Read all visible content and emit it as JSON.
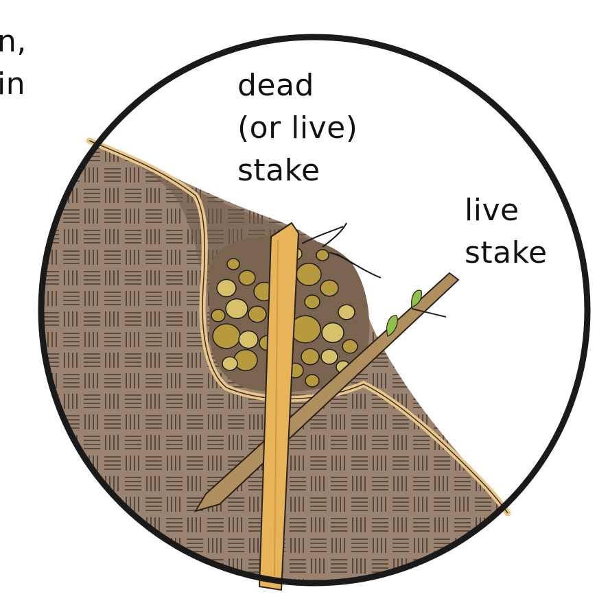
{
  "labels": {
    "dead_stake": [
      "dead",
      "(or live)",
      "stake"
    ],
    "live_stake": [
      "live",
      "stake"
    ],
    "cut_text": [
      "n,",
      "in"
    ]
  },
  "colors": {
    "soil": "#9a8371",
    "soil_dark": "#6f5a49",
    "gravel_pocket": "#7a6450",
    "stone": "#b89a3e",
    "stone_light": "#d7c06a",
    "geotextile": "#e9c78a",
    "dead_stake": "#e8b45a",
    "live_stake": "#b08f5f",
    "leaf": "#8fc24a",
    "outline": "#1a1a1a"
  }
}
